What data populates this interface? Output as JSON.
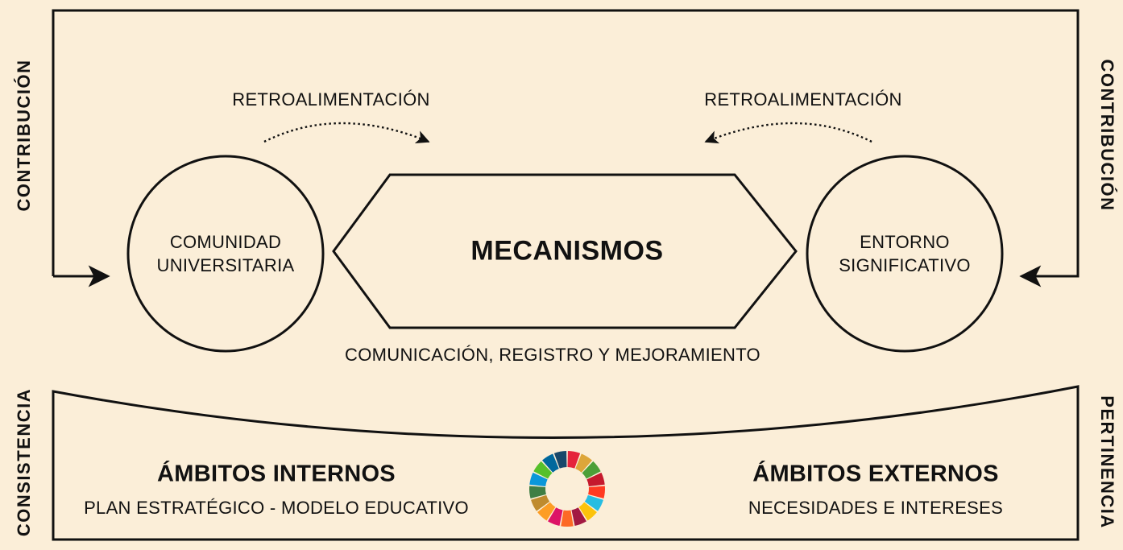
{
  "colors": {
    "background": "#FBEED8",
    "stroke": "#111111"
  },
  "side_labels": {
    "left_top": "CONTRIBUCIÓN",
    "right_top": "CONTRIBUCIÓN",
    "left_bottom": "CONSISTENCIA",
    "right_bottom": "PERTINENCIA"
  },
  "feedback": {
    "left": "RETROALIMENTACIÓN",
    "right": "RETROALIMENTACIÓN"
  },
  "nodes": {
    "left_line1": "COMUNIDAD",
    "left_line2": "UNIVERSITARIA",
    "center": "MECANISMOS",
    "right_line1": "ENTORNO",
    "right_line2": "SIGNIFICATIVO"
  },
  "center_caption": "COMUNICACIÓN, REGISTRO Y MEJORAMIENTO",
  "bottom": {
    "internal_title": "ÁMBITOS INTERNOS",
    "internal_sub": "PLAN ESTRATÉGICO - MODELO EDUCATIVO",
    "external_title": "ÁMBITOS EXTERNOS",
    "external_sub": "NECESIDADES E INTERESES"
  },
  "sdg_wheel": {
    "icon": "sdg-wheel-icon",
    "colors": [
      "#E5243B",
      "#DDA63A",
      "#4C9F38",
      "#C5192D",
      "#FF3A21",
      "#26BDE2",
      "#FCC30B",
      "#A21942",
      "#FD6925",
      "#DD1367",
      "#FD9D24",
      "#BF8B2E",
      "#3F7E44",
      "#0A97D9",
      "#56C02B",
      "#00689D",
      "#19486A"
    ]
  }
}
